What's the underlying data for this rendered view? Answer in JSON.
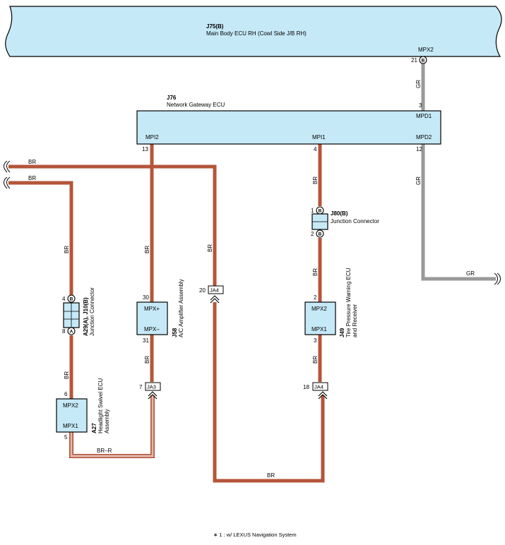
{
  "ecu_main": {
    "code": "J75(B)",
    "name": "Main Body ECU RH (Cowl Side J/B RH)",
    "terminal_label": "MPX2",
    "pin": "21",
    "pin_badge": "B"
  },
  "ecu_gateway": {
    "code": "J76",
    "name": "Network Gateway ECU",
    "labels": {
      "mpd1": "MPD1",
      "mpd2": "MPD2",
      "mpi2": "MPI2",
      "mpi1": "MPI1"
    },
    "pins": {
      "mpd1": "3",
      "mpd2": "12",
      "mpi2": "13",
      "mpi1": "4"
    }
  },
  "junction_j80": {
    "code": "J80(B)",
    "name": "Junction Connector",
    "pin_top": "1",
    "pin_bottom": "2",
    "badge": "B"
  },
  "junction_a29": {
    "code": "A29(A), J10(B)",
    "name": "Junction Connector",
    "pin_top": "4",
    "pin_bottom": "8",
    "badge_top": "B",
    "badge_bottom": "A"
  },
  "ecu_headlight": {
    "code": "A27",
    "name": "Headlight Swivel ECU",
    "name2": "Assembly",
    "label_top": "MPX2",
    "label_bottom": "MPX1",
    "pin_top": "6",
    "pin_bottom": "5"
  },
  "ecu_ac": {
    "code": "J58",
    "name": "A/C Amplifier Assembly",
    "label_top": "MPX+",
    "label_bottom": "MPX–",
    "pin_top": "30",
    "pin_bottom": "31"
  },
  "ecu_tpms": {
    "code": "J49",
    "name": "Tire Pressure Warning ECU",
    "name2": "and Receiver",
    "label_top": "MPX2",
    "label_bottom": "MPX1",
    "pin_top": "2",
    "pin_bottom": "3"
  },
  "connectors": {
    "ja3": {
      "name": "JA3",
      "pin": "7"
    },
    "ja4_mid": {
      "name": "JA4",
      "pin": "20"
    },
    "ja4_right": {
      "name": "JA4",
      "pin": "18"
    }
  },
  "wire_colors": {
    "br": "BR",
    "gr": "GR",
    "br_r": "BR–R"
  },
  "colors": {
    "wire_br": "#b4553a",
    "wire_gr": "#9a9a9a",
    "component_fill": "#c6e9f7"
  },
  "footnote": "∗ 1 : w/ LEXUS Navigation System"
}
